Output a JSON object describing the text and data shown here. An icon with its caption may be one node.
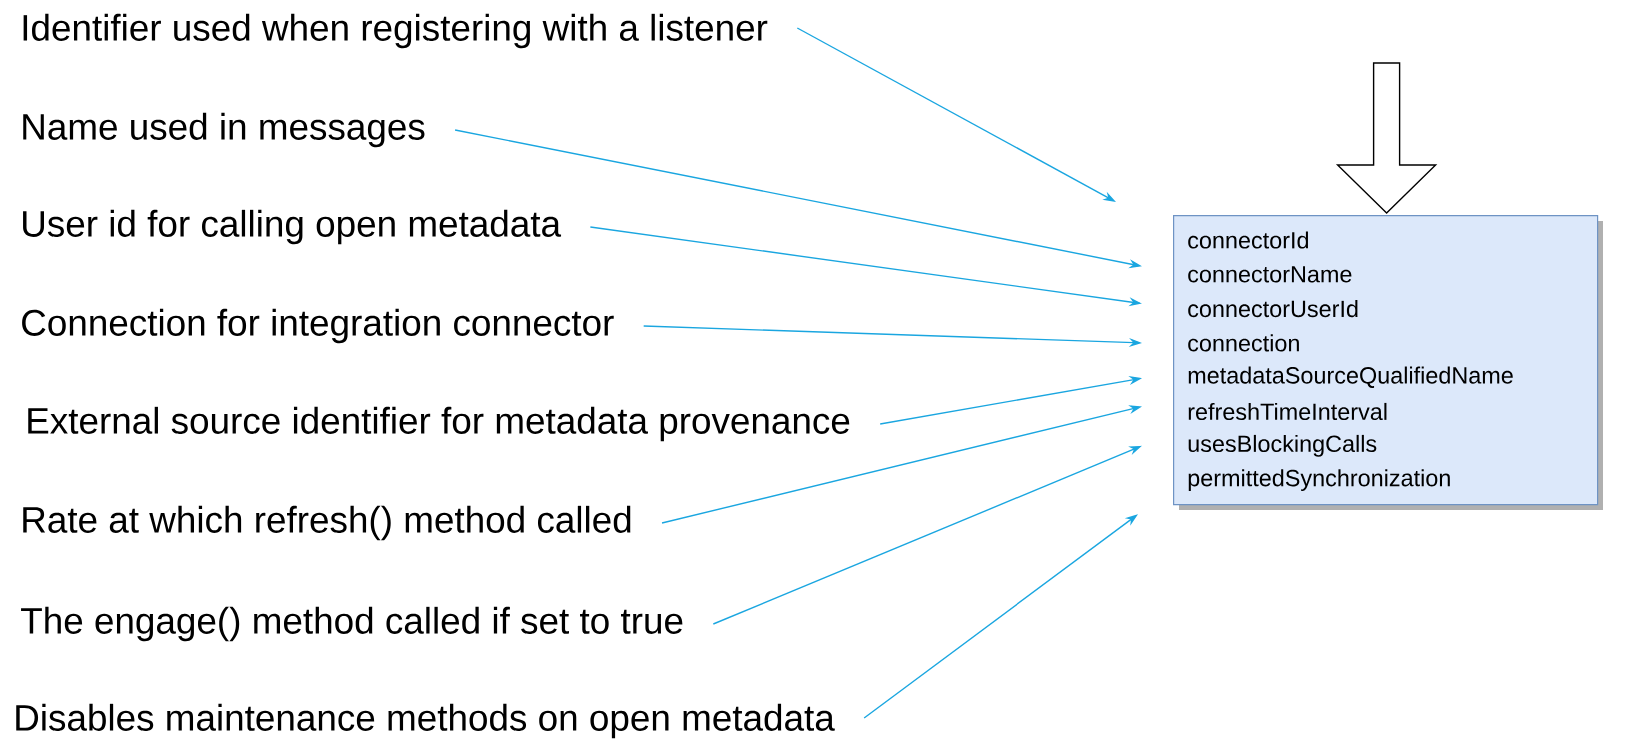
{
  "diagram": {
    "nodes": [
      {
        "text": [
          "Identifier used when registering with a listener"
        ]
      },
      {
        "text": [
          "Name used in messages"
        ]
      },
      {
        "text": [
          "User id for calling open metadata"
        ]
      },
      {
        "text": [
          "Connection for integration connector"
        ]
      },
      {
        "text": [
          "External source identifier for metadata provenance"
        ]
      },
      {
        "text": [
          "Rate at which refresh() method called"
        ]
      },
      {
        "text": [
          "The engage() method called if set to true"
        ]
      },
      {
        "text": [
          "Disables maintenance methods on open metadata"
        ]
      },
      {
        "text": [],
        "shape": "box"
      },
      {
        "text": [
          "connectorId"
        ],
        "in": 8
      },
      {
        "text": [
          "connectorName"
        ],
        "in": 8
      },
      {
        "text": [
          "connectorUserId"
        ],
        "in": 8
      },
      {
        "text": [
          "connection"
        ],
        "in": 8
      },
      {
        "text": [
          "metadataSourceQualifiedName"
        ],
        "in": 8
      },
      {
        "text": [
          "refreshTimeInterval"
        ],
        "in": 8
      },
      {
        "text": [
          "usesBlockingCalls"
        ],
        "in": 8
      },
      {
        "text": [
          "permittedSynchronization"
        ],
        "in": 8
      }
    ],
    "edges": [
      {
        "from": 0,
        "to": 9,
        "arrow": "to"
      },
      {
        "from": 1,
        "to": 10,
        "arrow": "to"
      },
      {
        "from": 2,
        "to": 11,
        "arrow": "to"
      },
      {
        "from": 3,
        "to": 12,
        "arrow": "to"
      },
      {
        "from": 4,
        "to": 13,
        "arrow": "to"
      },
      {
        "from": 5,
        "to": 14,
        "arrow": "to"
      },
      {
        "from": 6,
        "to": 15,
        "arrow": "to"
      },
      {
        "from": 7,
        "to": 16,
        "arrow": "to"
      },
      {
        "from": null,
        "to": 8,
        "arrow": "to",
        "color": "#000000"
      }
    ]
  }
}
